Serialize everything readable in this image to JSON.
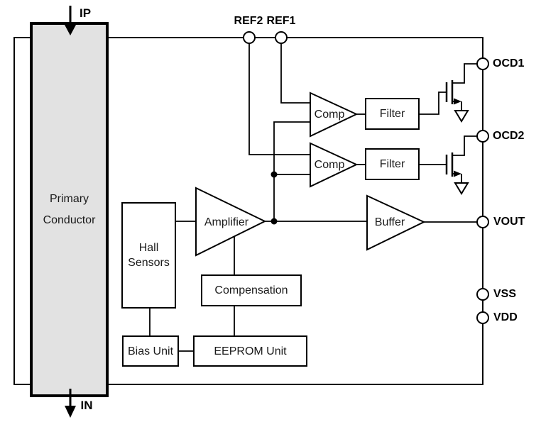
{
  "pins": {
    "ip": "IP",
    "in": "IN",
    "ref2": "REF2",
    "ref1": "REF1",
    "ocd1": "OCD1",
    "ocd2": "OCD2",
    "vout": "VOUT",
    "vss": "VSS",
    "vdd": "VDD"
  },
  "blocks": {
    "primary_conductor_line1": "Primary",
    "primary_conductor_line2": "Conductor",
    "hall_line1": "Hall",
    "hall_line2": "Sensors",
    "amplifier": "Amplifier",
    "buffer": "Buffer",
    "comp1": "Comp",
    "comp2": "Comp",
    "filter1": "Filter",
    "filter2": "Filter",
    "compensation": "Compensation",
    "eeprom": "EEPROM Unit",
    "bias": "Bias Unit"
  },
  "colors": {
    "line": "#000000",
    "conductor_fill": "#e2e2e2",
    "text": "#1a1a1a",
    "background": "#ffffff"
  }
}
